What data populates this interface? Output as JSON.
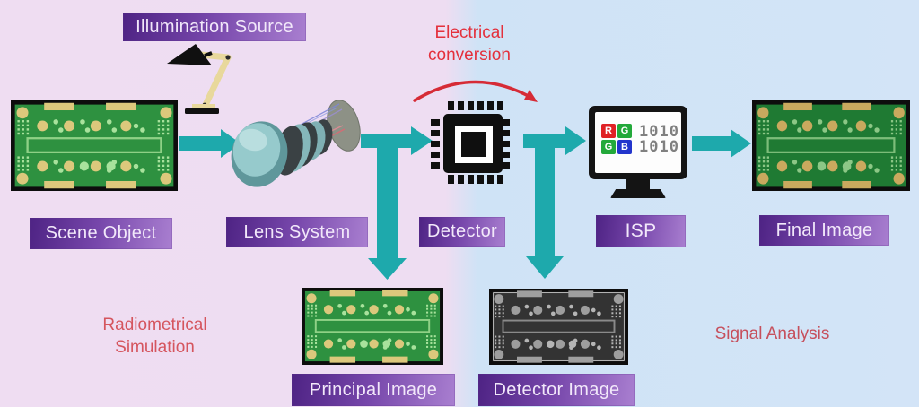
{
  "stages": {
    "illumination_source": {
      "label": "Illumination Source"
    },
    "scene_object": {
      "label": "Scene Object"
    },
    "lens_system": {
      "label": "Lens System"
    },
    "detector": {
      "label": "Detector"
    },
    "isp": {
      "label": "ISP"
    },
    "final_image": {
      "label": "Final Image"
    },
    "principal_image": {
      "label": "Principal Image"
    },
    "detector_image": {
      "label": "Detector Image"
    }
  },
  "annotations": {
    "electrical_conversion_line1": "Electrical",
    "electrical_conversion_line2": "conversion",
    "radiometrical_line1": "Radiometrical",
    "radiometrical_line2": "Simulation",
    "signal_analysis": "Signal Analysis"
  },
  "isp_screen": {
    "bayer": {
      "r": "R",
      "g1": "G",
      "g2": "G",
      "b": "B"
    },
    "bits_row1": "1010",
    "bits_row2": "1010"
  },
  "colors": {
    "background_left": "#eeddf2",
    "background_right": "#cfe3f6",
    "arrow_teal": "#1ea9ac",
    "label_purple_dark": "#4e2384",
    "label_purple_light": "#a97fd0",
    "annotation_red": "#d8404c",
    "pcb_green": "#2e9140",
    "pcb_green_dark": "#1f7a33",
    "pcb_gray": "#333333",
    "bayer_red": "#e02125",
    "bayer_green": "#23a93a",
    "bayer_blue": "#2335cc"
  }
}
